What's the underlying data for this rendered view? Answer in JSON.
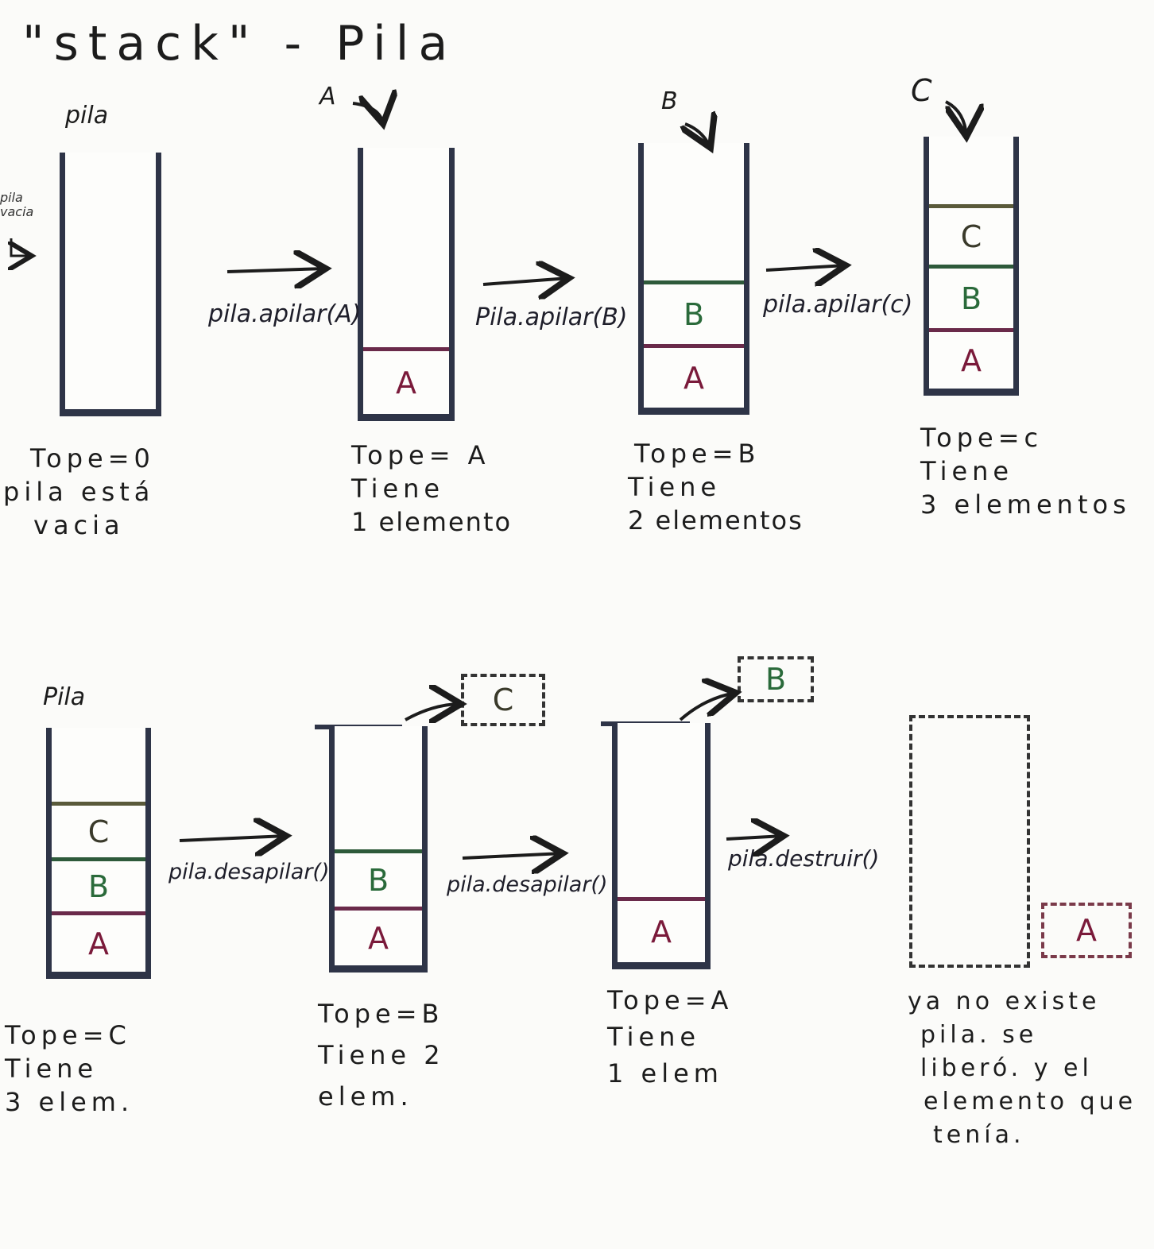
{
  "title": "\"stack\" - Pila",
  "top_row": {
    "stack_label": "pila",
    "stack_side_note": "pila vacia",
    "push_label_A": "A",
    "push_label_B": "B",
    "push_label_C": "C",
    "ops": [
      "pila.apilar(A)",
      "Pila.apilar(B)",
      "pila.apilar(c)"
    ],
    "cells": {
      "s2": [
        "A"
      ],
      "s3": [
        "A",
        "B"
      ],
      "s4": [
        "A",
        "B",
        "C"
      ]
    },
    "notes": [
      [
        "Tope=0",
        "pila está",
        "vacia"
      ],
      [
        "Tope= A",
        "Tiene",
        "1 elemento"
      ],
      [
        "Tope=B",
        "Tiene",
        "2 elementos"
      ],
      [
        "Tope=c",
        "Tiene",
        "3 elementos"
      ]
    ]
  },
  "bottom_row": {
    "stack_label": "Pila",
    "ops": [
      "pila.desapilar()",
      "pila.desapilar()",
      "pila.destruir()"
    ],
    "popped": [
      "C",
      "B"
    ],
    "freed": "A",
    "cells": {
      "s1": [
        "A",
        "B",
        "C"
      ],
      "s2": [
        "A",
        "B"
      ],
      "s3": [
        "A"
      ]
    },
    "notes": [
      [
        "Tope=C",
        "Tiene",
        "3 elem."
      ],
      [
        "Tope=B",
        "Tiene 2",
        "elem."
      ],
      [
        "Tope=A",
        "Tiene",
        "1 elem"
      ],
      [
        "ya no existe",
        "pila. se",
        "liberó. y el",
        "elemento que",
        "tenía."
      ]
    ]
  }
}
